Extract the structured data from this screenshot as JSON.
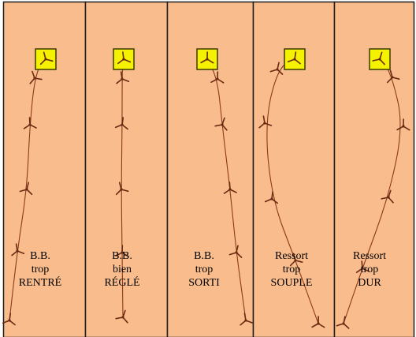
{
  "colors": {
    "panel_fill": "#f9bc8c",
    "panel_border": "#1c1c1c",
    "target_fill": "#f4f200",
    "target_border": "#3b3b00",
    "trajectory": "#8b3a1a",
    "dart": "#6a2a12"
  },
  "panels": [
    {
      "line1": "B.B.",
      "line2": "trop",
      "line3": "RENTRÉ"
    },
    {
      "line1": "B.B.",
      "line2": "bien",
      "line3": "RÉGLÉ"
    },
    {
      "line1": "B.B.",
      "line2": "trop",
      "line3": "SORTI"
    },
    {
      "line1": "Ressort",
      "line2": "trop",
      "line3": "SOUPLE"
    },
    {
      "line1": "Ressort",
      "line2": "trop",
      "line3": "DUR"
    }
  ]
}
